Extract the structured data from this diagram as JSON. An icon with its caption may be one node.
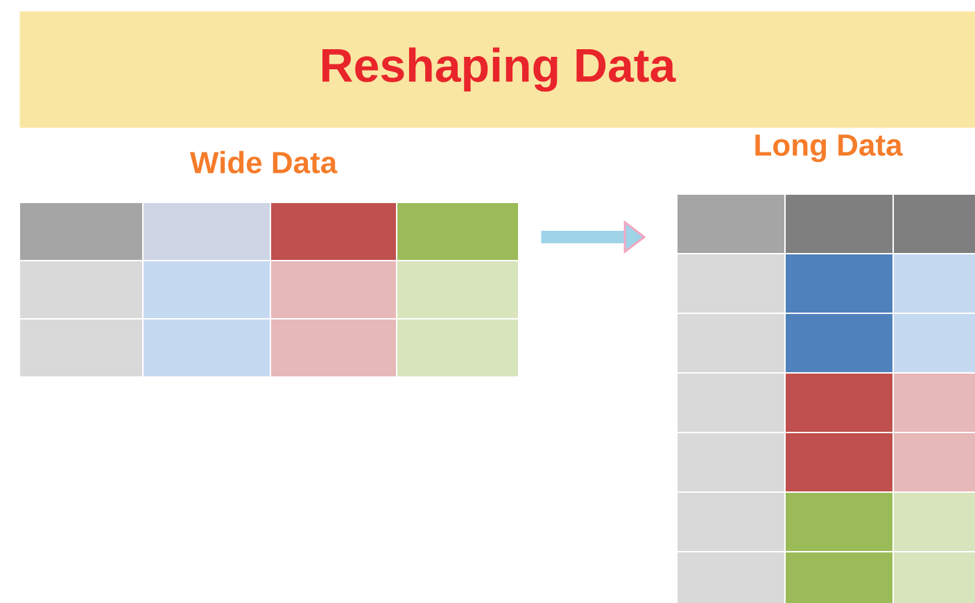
{
  "diagram": {
    "title": "Reshaping Data",
    "nodes": [
      {
        "text": [
          "Wide Data"
        ]
      },
      {
        "text": [
          "Long Data"
        ]
      }
    ],
    "edges": [
      {
        "from": 0,
        "to": 1,
        "arrow": "to"
      }
    ]
  }
}
